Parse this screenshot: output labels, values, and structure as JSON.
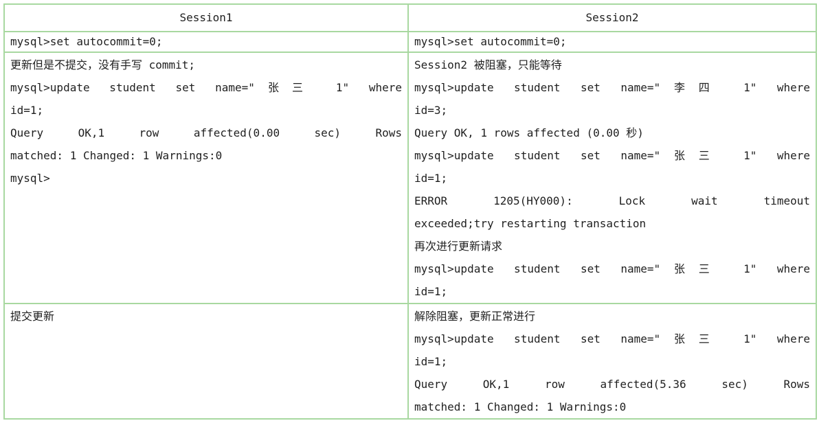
{
  "colors": {
    "table_border": "#a8d8a0",
    "text": "#1f1f1f"
  },
  "header": {
    "session1": "Session1",
    "session2": "Session2"
  },
  "rows": {
    "autocommit": {
      "session1": "mysql>set autocommit=0;",
      "session2": "mysql>set autocommit=0;"
    },
    "blocking": {
      "session1": {
        "lines": [
          "更新但是不提交，没有手写 commit;",
          "mysql>update student set name=\"张三 1\" where",
          "id=1;",
          "Query OK,1 row affected(0.00 sec) Rows",
          "matched: 1 Changed: 1 Warnings:0",
          "mysql>"
        ]
      },
      "session2": {
        "lines": [
          "Session2 被阻塞，只能等待",
          "mysql>update student set name=\"李四 1\" where",
          "id=3;",
          "Query OK, 1 rows affected (0.00 秒)",
          "mysql>update student set name=\"张三 1\" where",
          "id=1;",
          "ERROR 1205(HY000): Lock wait timeout",
          "exceeded;try restarting transaction",
          "再次进行更新请求",
          "mysql>update student set name=\"张三 1\" where",
          "id=1;"
        ]
      }
    },
    "commit": {
      "session1": {
        "lines": [
          "提交更新"
        ]
      },
      "session2": {
        "lines": [
          "解除阻塞，更新正常进行",
          "mysql>update student set name=\"张三 1\" where",
          "id=1;",
          "Query OK,1 row affected(5.36 sec) Rows",
          "matched: 1 Changed: 1 Warnings:0"
        ]
      }
    }
  }
}
